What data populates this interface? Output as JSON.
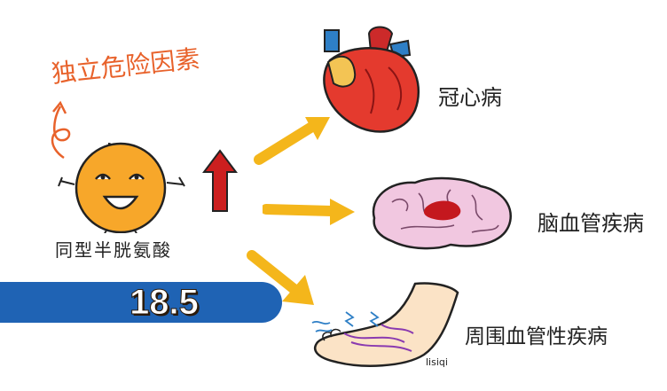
{
  "title": "独立危险因素",
  "mascot_label": "同型半胱氨酸",
  "value": "18.5",
  "diseases": [
    {
      "label": "冠心病",
      "icon": "heart-icon"
    },
    {
      "label": "脑血管疾病",
      "icon": "brain-icon"
    },
    {
      "label": "周围血管性疾病",
      "icon": "foot-icon"
    }
  ],
  "signature": "lisiqi",
  "colors": {
    "title": "#e8622b",
    "bar": "#1f63b4",
    "arrow": "#f4b61b",
    "up_arrow": "#cc1f1f",
    "mascot": "#f7a72a"
  }
}
